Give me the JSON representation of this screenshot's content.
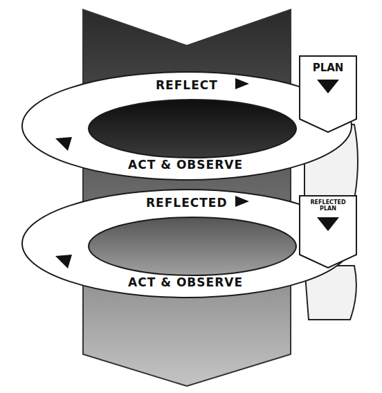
{
  "diagram": {
    "nodes": [
      {
        "text": [
          "REFLECT",
          "ACT & OBSERVE"
        ]
      },
      {
        "text": [
          "PLAN"
        ]
      },
      {
        "text": [
          "REFLECTED",
          "ACT & OBSERVE"
        ]
      },
      {
        "text": [
          "REFLECTED PLAN"
        ]
      }
    ]
  }
}
